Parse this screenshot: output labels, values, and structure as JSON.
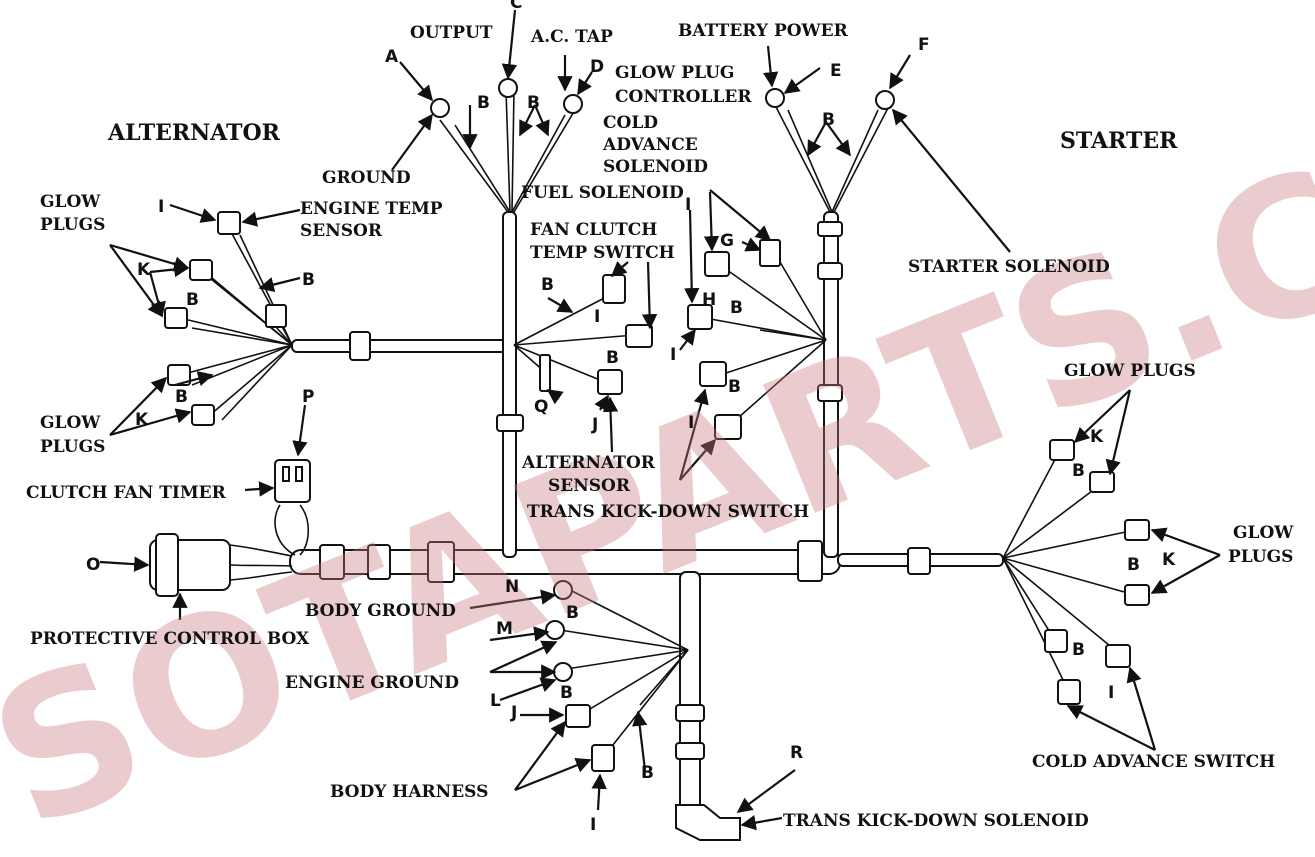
{
  "labels": {
    "alternator": "ALTERNATOR",
    "starter": "STARTER",
    "output": "OUTPUT",
    "ac_tap": "A.C. TAP",
    "battery_power": "BATTERY POWER",
    "glow_plug_controller_1": "GLOW PLUG",
    "glow_plug_controller_2": "CONTROLLER",
    "cold_advance_1": "COLD",
    "cold_advance_2": "ADVANCE",
    "cold_advance_3": "SOLENOID",
    "ground": "GROUND",
    "fuel_solenoid": "FUEL  SOLENOID",
    "engine_temp_1": "ENGINE TEMP",
    "engine_temp_2": "SENSOR",
    "glow_plugs_top_1": "GLOW",
    "glow_plugs_top_2": "PLUGS",
    "fan_clutch_1": "FAN CLUTCH",
    "fan_clutch_2": "TEMP SWITCH",
    "starter_solenoid": "STARTER SOLENOID",
    "glow_plugs_left_1": "GLOW",
    "glow_plugs_left_2": "PLUGS",
    "glow_plugs_right_top": "GLOW PLUGS",
    "glow_plugs_right_mid_1": "GLOW",
    "glow_plugs_right_mid_2": "PLUGS",
    "alternator_sensor_1": "ALTERNATOR",
    "alternator_sensor_2": "SENSOR",
    "clutch_fan_timer": "CLUTCH FAN TIMER",
    "trans_kickdown_switch": "TRANS KICK-DOWN SWITCH",
    "body_ground": "BODY GROUND",
    "protective_control_box": "PROTECTIVE CONTROL BOX",
    "engine_ground": "ENGINE GROUND",
    "cold_advance_switch": "COLD ADVANCE SWITCH",
    "body_harness": "BODY HARNESS",
    "trans_kickdown_solenoid": "TRANS KICK-DOWN  SOLENOID"
  },
  "letters": {
    "A": "A",
    "B": "B",
    "C": "C",
    "D": "D",
    "E": "E",
    "F": "F",
    "G": "G",
    "H": "H",
    "I": "I",
    "J": "J",
    "K": "K",
    "L": "L",
    "M": "M",
    "N": "N",
    "O": "O",
    "P": "P",
    "Q": "Q",
    "R": "R"
  },
  "watermark": "SOTAPARTS.COM",
  "colors": {
    "ink": "#111111",
    "watermark": "#c97a82"
  }
}
